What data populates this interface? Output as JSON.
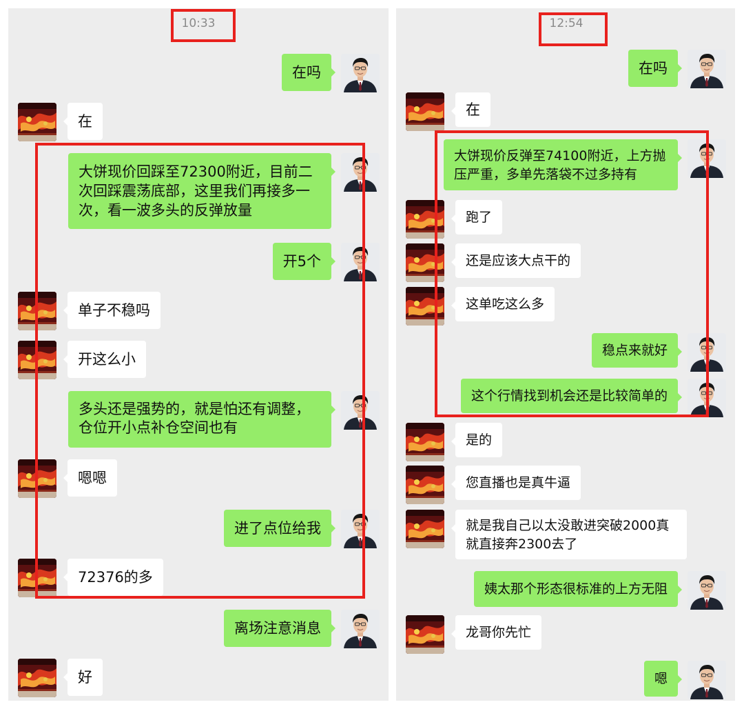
{
  "left": {
    "timestamp": "10:33",
    "messages": [
      {
        "side": "out",
        "text": "在吗"
      },
      {
        "side": "in",
        "text": "在"
      },
      {
        "side": "out",
        "text": "大饼现价回踩至72300附近，目前二次回踩震荡底部，这里我们再接多一次，看一波多头的反弹放量"
      },
      {
        "side": "out",
        "text": "开5个"
      },
      {
        "side": "in",
        "text": "单子不稳吗"
      },
      {
        "side": "in",
        "text": "开这么小"
      },
      {
        "side": "out",
        "text": "多头还是强势的，就是怕还有调整，仓位开小点补仓空间也有"
      },
      {
        "side": "in",
        "text": "嗯嗯"
      },
      {
        "side": "out",
        "text": "进了点位给我"
      },
      {
        "side": "in",
        "text": "72376的多"
      },
      {
        "side": "out",
        "text": "离场注意消息"
      },
      {
        "side": "in",
        "text": "好"
      }
    ]
  },
  "right": {
    "timestamp": "12:54",
    "messages": [
      {
        "side": "out",
        "text": "在吗"
      },
      {
        "side": "in",
        "text": "在"
      },
      {
        "side": "out",
        "text": "大饼现价反弹至74100附近，上方抛压严重，多单先落袋不过多持有"
      },
      {
        "side": "in",
        "text": "跑了"
      },
      {
        "side": "in",
        "text": "还是应该大点干的"
      },
      {
        "side": "in",
        "text": "这单吃这么多"
      },
      {
        "side": "out",
        "text": "稳点来就好"
      },
      {
        "side": "out",
        "text": "这个行情找到机会还是比较简单的"
      },
      {
        "side": "in",
        "text": "是的"
      },
      {
        "side": "in",
        "text": "您直播也是真牛逼"
      },
      {
        "side": "in",
        "text": "就是我自己以太没敢进突破2000真就直接奔2300去了"
      },
      {
        "side": "out",
        "text": "姨太那个形态很标准的上方无阻"
      },
      {
        "side": "in",
        "text": "龙哥你先忙"
      },
      {
        "side": "out",
        "text": "嗯"
      }
    ]
  },
  "colors": {
    "self_bubble": "#95ec69",
    "peer_bubble": "#ffffff",
    "chat_bg": "#ededed",
    "highlight": "#e8211d",
    "timestamp": "#8a8a8a"
  }
}
